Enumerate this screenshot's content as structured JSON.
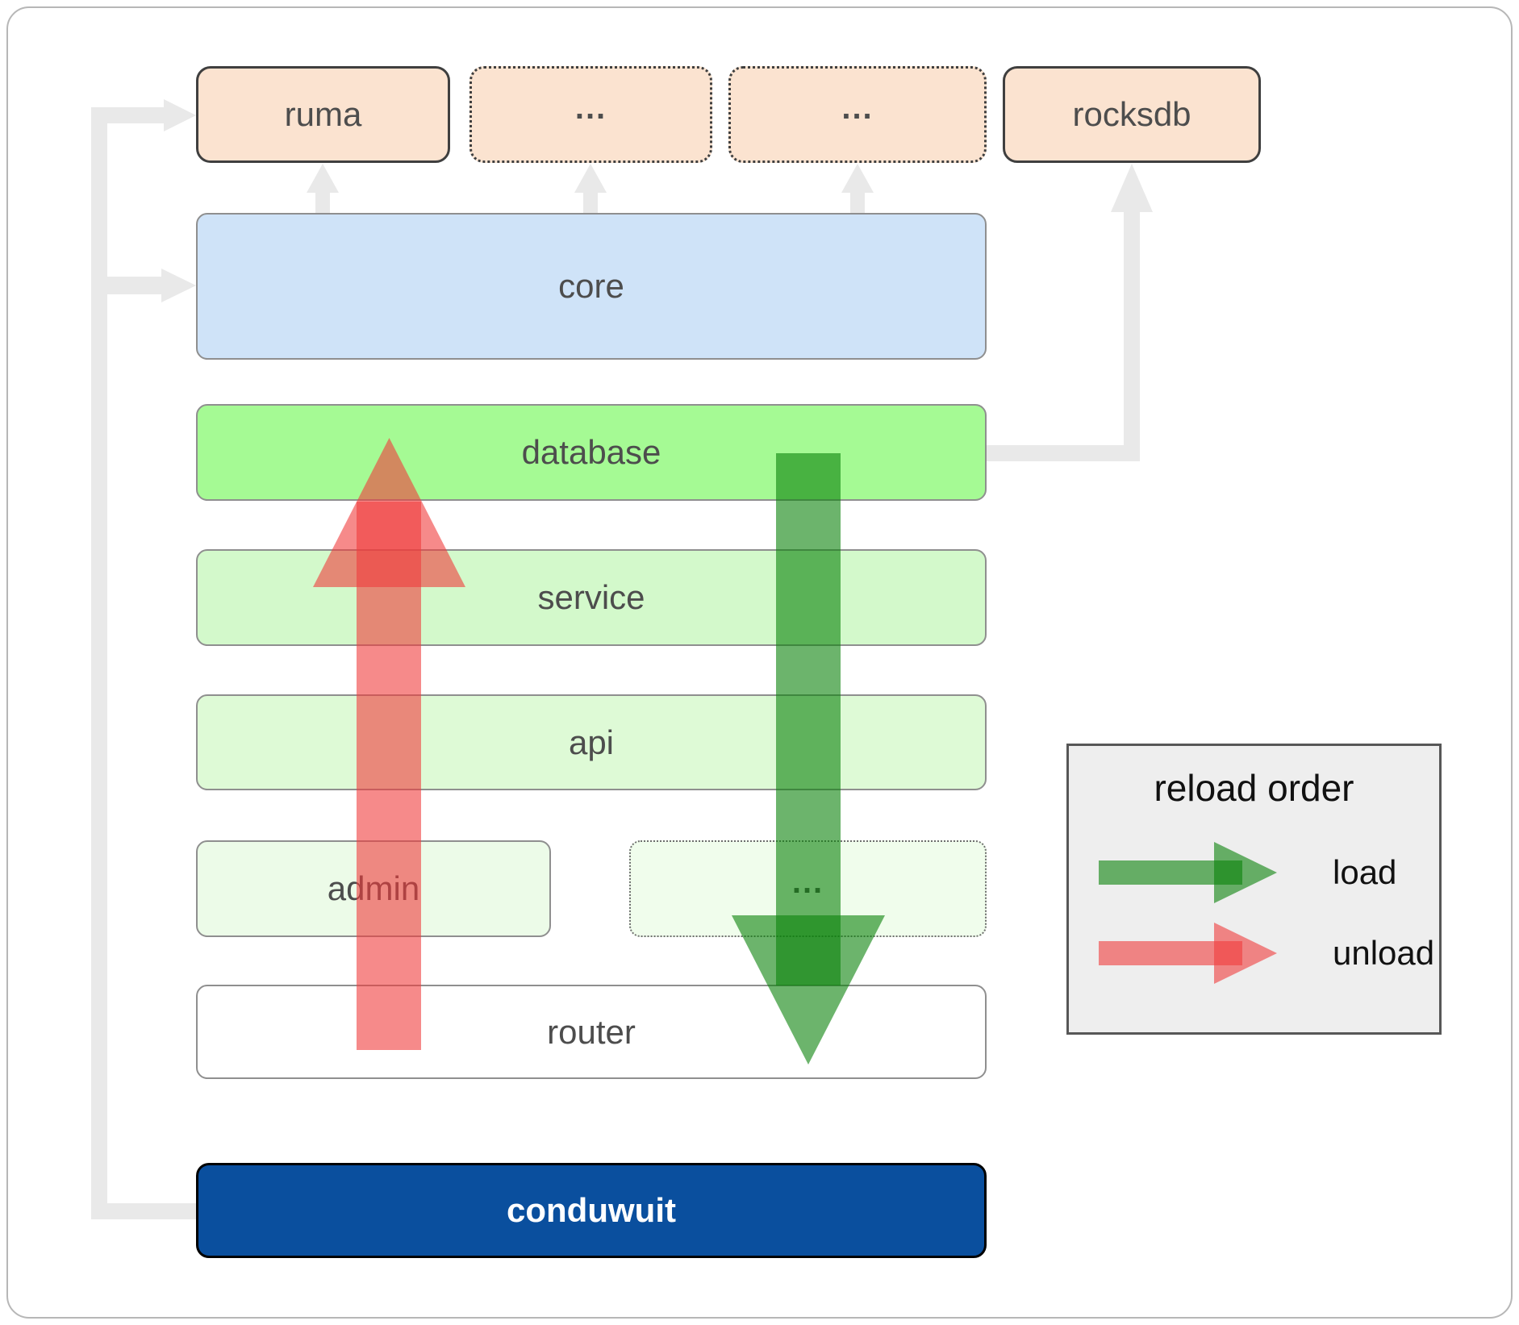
{
  "diagram": {
    "title_hint": "conduwuit module reload order diagram",
    "nodes": {
      "ruma": {
        "label": "ruma"
      },
      "ellipsis1": {
        "label": "..."
      },
      "ellipsis2": {
        "label": "..."
      },
      "rocksdb": {
        "label": "rocksdb"
      },
      "core": {
        "label": "core"
      },
      "database": {
        "label": "database"
      },
      "service": {
        "label": "service"
      },
      "api": {
        "label": "api"
      },
      "admin": {
        "label": "admin"
      },
      "ellipsis3": {
        "label": "..."
      },
      "router": {
        "label": "router"
      },
      "conduwuit": {
        "label": "conduwuit"
      }
    },
    "legend": {
      "title": "reload order",
      "load_label": "load",
      "unload_label": "unload"
    },
    "colors": {
      "load_arrow": "rgba(10,130,10,0.6)",
      "unload_arrow": "rgba(240,60,60,0.6)",
      "connector_gray": "#e9e9e9",
      "peach_fill": "#fbe3d0",
      "core_fill": "#cfe3f8",
      "database_fill": "#a5fa94",
      "service_fill": "#d3f9cb",
      "api_fill": "#defad6",
      "admin_fill": "#ecfbe8",
      "router_fill": "#ffffff",
      "conduwuit_fill": "#0a4f9e",
      "legend_fill": "#eeeeee"
    }
  }
}
